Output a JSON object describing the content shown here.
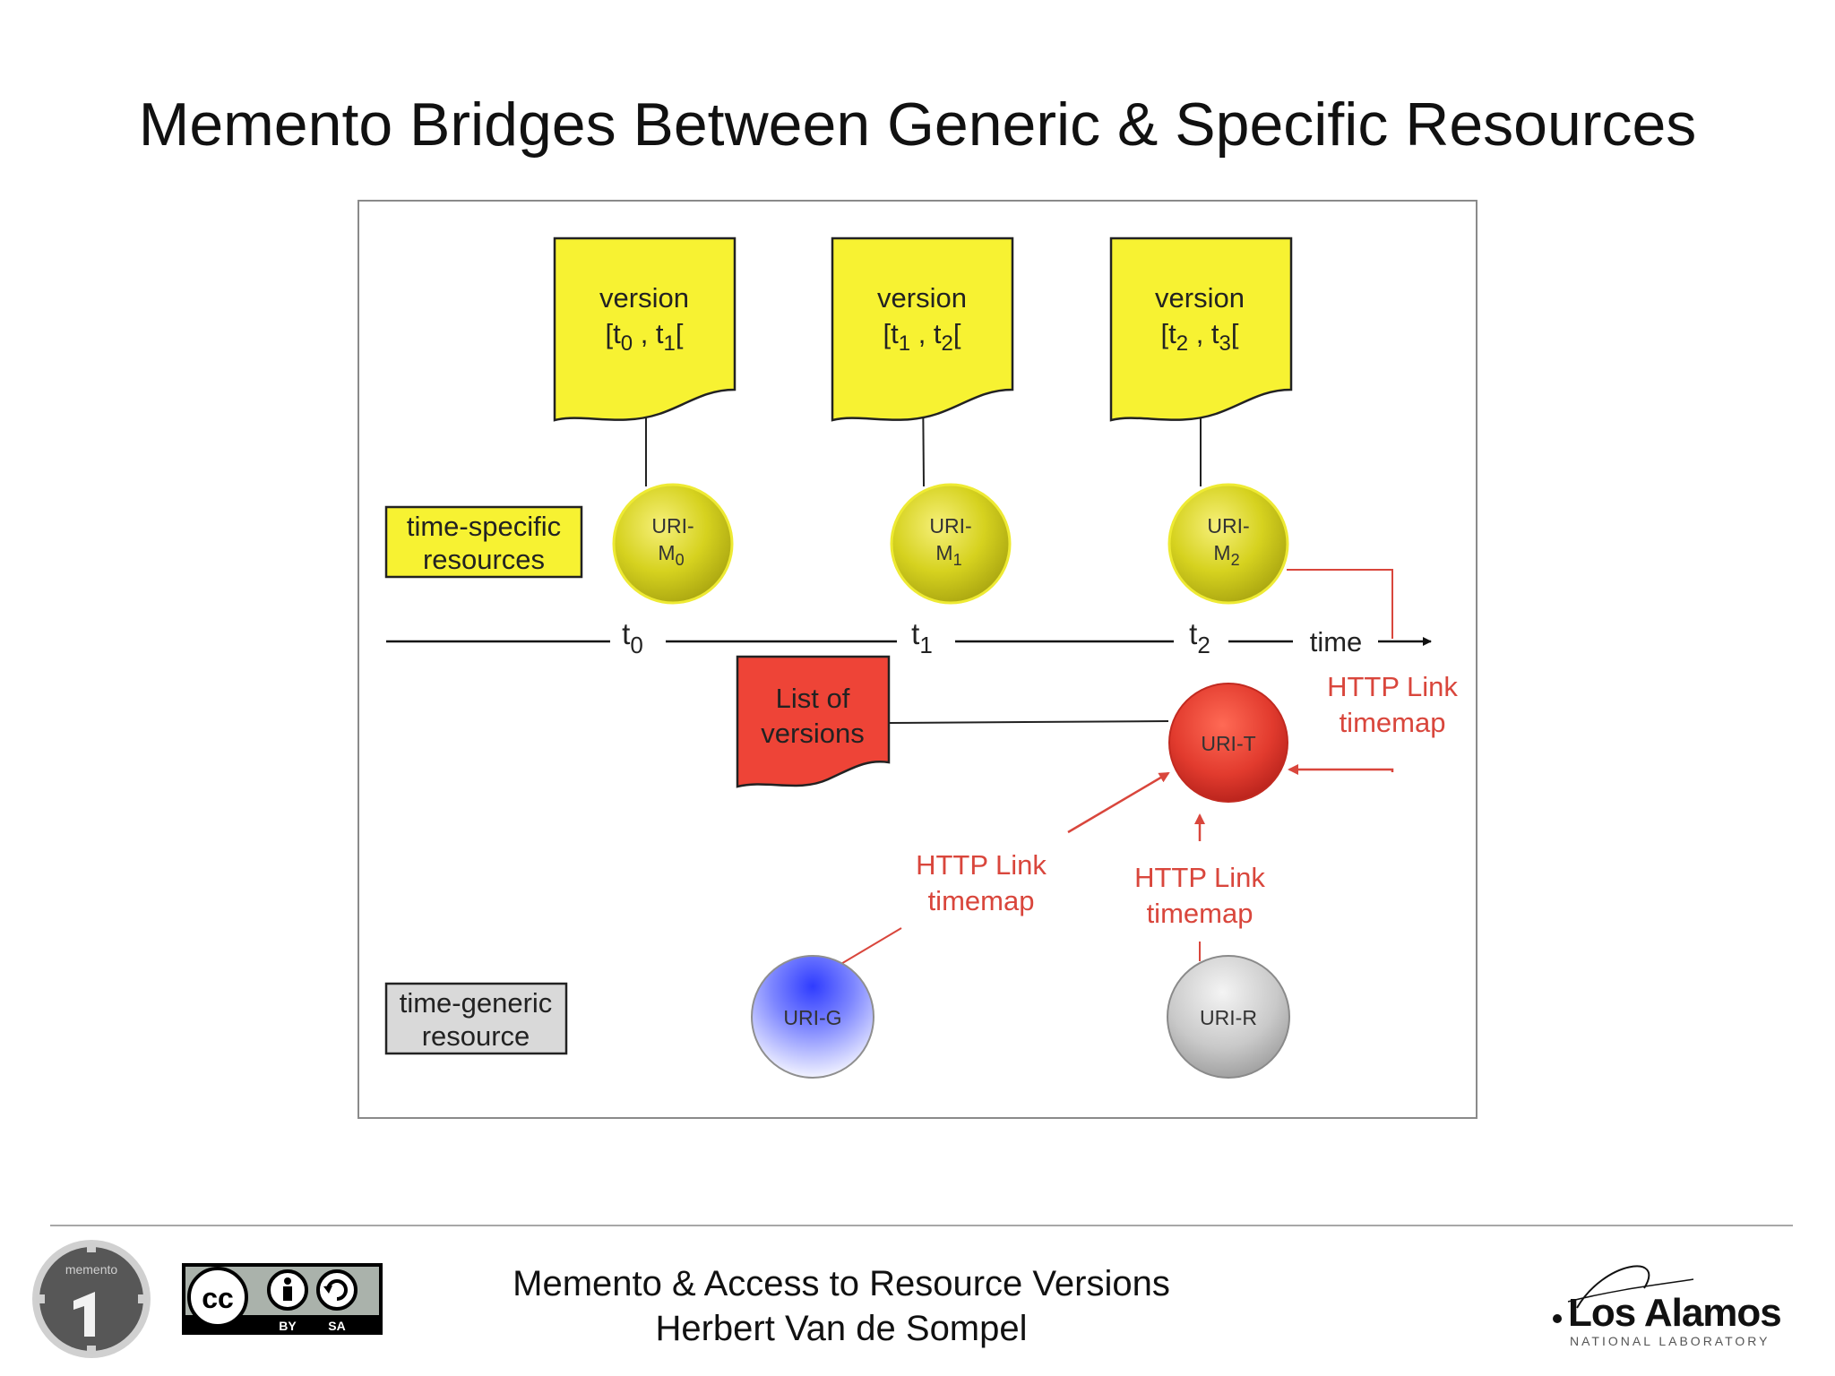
{
  "slide": {
    "title": "Memento Bridges Between Generic & Specific Resources"
  },
  "diagram": {
    "versions": [
      {
        "label": "version",
        "interval_open": "[t",
        "start_sub": "0",
        "sep": " , t",
        "end_sub": "1",
        "interval_close": "["
      },
      {
        "label": "version",
        "interval_open": "[t",
        "start_sub": "1",
        "sep": " , t",
        "end_sub": "2",
        "interval_close": "["
      },
      {
        "label": "version",
        "interval_open": "[t",
        "start_sub": "2",
        "sep": " , t",
        "end_sub": "3",
        "interval_close": "["
      }
    ],
    "mementos": [
      {
        "line1": "URI-",
        "base": "M",
        "sub": "0"
      },
      {
        "line1": "URI-",
        "base": "M",
        "sub": "1"
      },
      {
        "line1": "URI-",
        "base": "M",
        "sub": "2"
      }
    ],
    "time_specific_label": [
      "time-specific",
      "resources"
    ],
    "time_generic_label": [
      "time-generic",
      "resource"
    ],
    "timeline": {
      "ticks": [
        {
          "base": "t",
          "sub": "0"
        },
        {
          "base": "t",
          "sub": "1"
        },
        {
          "base": "t",
          "sub": "2"
        }
      ],
      "axis_label": "time"
    },
    "list_of_versions": [
      "List of",
      "versions"
    ],
    "uri_t": "URI-T",
    "uri_g": "URI-G",
    "uri_r": "URI-R",
    "http_links": [
      {
        "line1": "HTTP Link",
        "line2": "timemap"
      },
      {
        "line1": "HTTP Link",
        "line2": "timemap"
      },
      {
        "line1": "HTTP Link",
        "line2": "timemap"
      }
    ],
    "colors": {
      "version_yellow": "#f7f232",
      "memento_sphere": "#d6d21f",
      "timemap_red": "#e23b2e",
      "list_red": "#ee4437",
      "link_red": "#d9463c",
      "generic_blue": "#4b55ff",
      "original_grey": "#bdbdbd",
      "label_grey_box": "#d9d9d9"
    }
  },
  "footer": {
    "line1": "Memento & Access to Resource Versions",
    "line2": "Herbert Van de Sompel",
    "memento_logo_text": "memento",
    "cc_by": "BY",
    "cc_sa": "SA",
    "lanl_name": "Los Alamos",
    "lanl_sub": "NATIONAL LABORATORY"
  }
}
